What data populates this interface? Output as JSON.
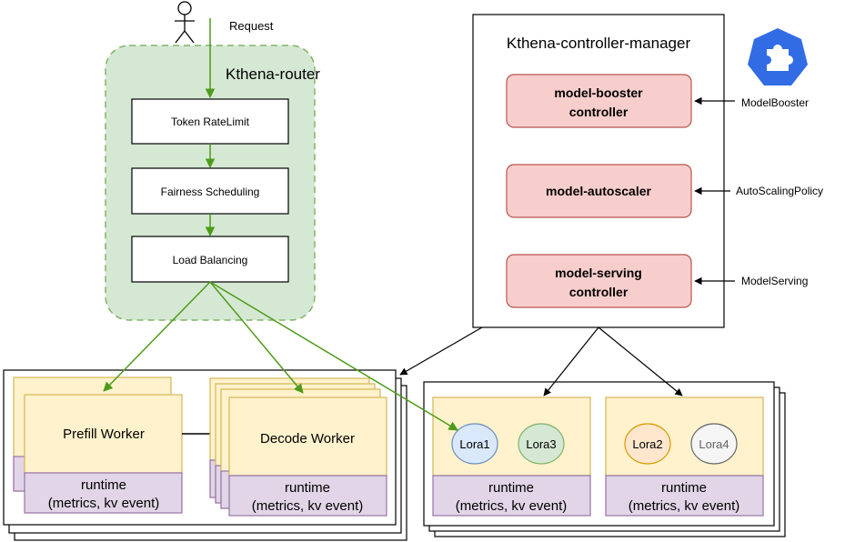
{
  "labels": {
    "request": "Request",
    "router_title": "Kthena-router",
    "token_rate_limit": "Token RateLimit",
    "fairness_scheduling": "Fairness Scheduling",
    "load_balancing": "Load Balancing",
    "controller_manager_title": "Kthena-controller-manager",
    "booster_line1": "model-booster",
    "booster_line2": "controller",
    "autoscaler": "model-autoscaler",
    "serving_line1": "model-serving",
    "serving_line2": "controller",
    "crd_model_booster": "ModelBooster",
    "crd_autoscaling_policy": "AutoScalingPolicy",
    "crd_model_serving": "ModelServing",
    "prefill_worker": "Prefill Worker",
    "decode_worker": "Decode Worker",
    "runtime_line1": "runtime",
    "runtime_line2": "(metrics, kv event)",
    "lora1": "Lora1",
    "lora2": "Lora2",
    "lora3": "Lora3",
    "lora4": "Lora4"
  },
  "colors": {
    "router_fill": "#d5e8d4",
    "router_stroke": "#82b366",
    "flow_arrow": "#4d9b1a",
    "controller_fill": "#f8cecc",
    "controller_stroke": "#b85450",
    "worker_fill": "#fff2cc",
    "worker_stroke": "#d6b656",
    "runtime_fill": "#e1d5e7",
    "runtime_stroke": "#9673a6",
    "lora_blue_fill": "#dae8fc",
    "lora_blue_stroke": "#6c8ebf",
    "lora_green_fill": "#d5e8d4",
    "lora_green_stroke": "#82b366",
    "lora_orange_fill": "#ffe6cc",
    "lora_orange_stroke": "#d79b00",
    "lora_gray_fill": "#f5f5f5",
    "lora_gray_stroke": "#666666",
    "k8s_blue": "#326ce5"
  },
  "icons": [
    "user-icon",
    "puzzle-logo-icon"
  ]
}
